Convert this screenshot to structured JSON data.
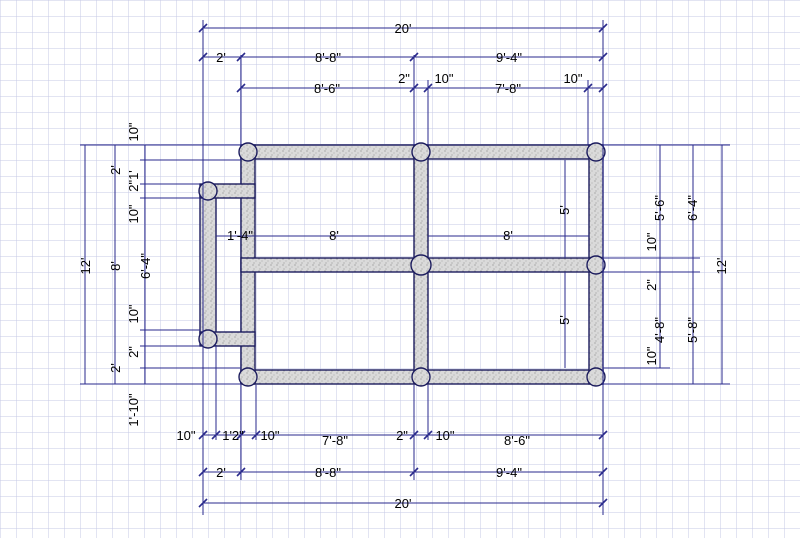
{
  "colors": {
    "background": "#ffffff",
    "grid": "#c5c8e6",
    "dimension_line": "#2a2a8c",
    "wall_outline": "#1c1c5e",
    "wall_fill": "#d9d9d9",
    "text": "#000000"
  },
  "top_dimensions": {
    "overall": "20'",
    "row2": [
      "2'",
      "8'-8\"",
      "9'-4\""
    ],
    "row3": [
      "8'-6\"",
      "2\"",
      "10\"",
      "7'-8\"",
      "10\""
    ]
  },
  "bottom_dimensions": {
    "row1": [
      "10\"",
      "1'2\"",
      "10\"",
      "7'-8\"",
      "2\"",
      "10\"",
      "8'-6\""
    ],
    "row2": [
      "2'",
      "8'-8\"",
      "9'-4\""
    ],
    "overall": "20'"
  },
  "left_dimensions": {
    "overall": "12'",
    "middle": "8'",
    "inner": [
      "10\"",
      "2'",
      "2\"1'",
      "10\"",
      "6'-4\"",
      "10\"",
      "2\"",
      "2'",
      "1'-10\""
    ]
  },
  "right_dimensions": {
    "overall": "12'",
    "col1": [
      "5'-6\"",
      "10\"",
      "2\"",
      "4'-8\"",
      "10\""
    ],
    "col2": [
      "6'-4\"",
      "5'-8\""
    ]
  },
  "interior_dimensions": [
    "1'-4\"",
    "8'",
    "8'",
    "5'",
    "5'"
  ]
}
